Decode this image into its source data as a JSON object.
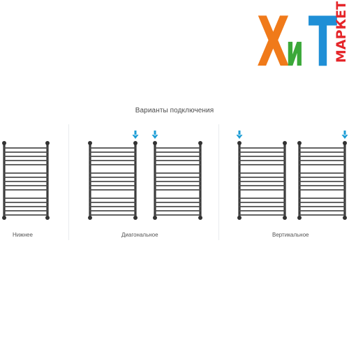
{
  "logo": {
    "letters": [
      "Х",
      "и",
      "Т"
    ],
    "side_text": "МАРКЕТ",
    "colors": {
      "kh": "#f07a1a",
      "i": "#3ba839",
      "t": "#1f8fd6",
      "side": "#e5262a"
    }
  },
  "diagram": {
    "title": "Варианты подключения",
    "options": [
      {
        "label": "Нижнее"
      },
      {
        "label": "Диагональное"
      },
      {
        "label": "Вертикальное"
      }
    ]
  },
  "colors": {
    "arrow": "#1e9ed6",
    "rail": "#4d4d4d"
  }
}
